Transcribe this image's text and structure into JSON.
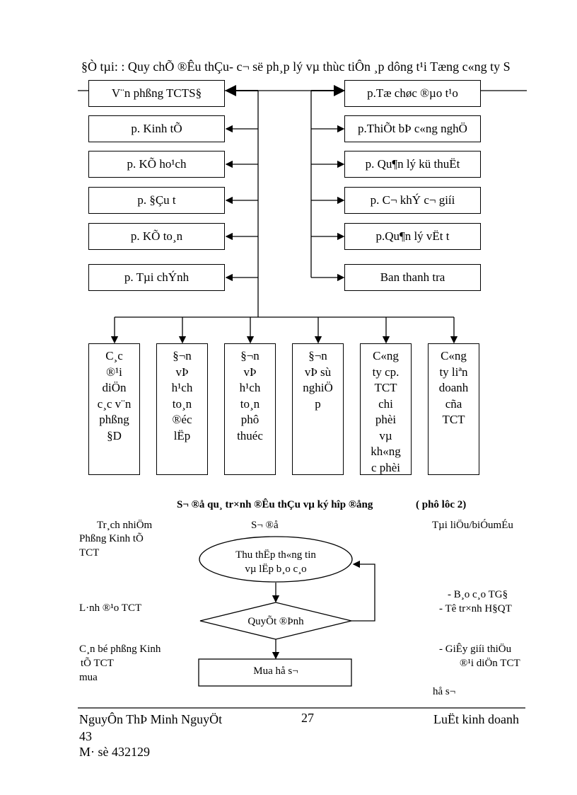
{
  "heading": "§Ò tµi: : Quy chÕ ®Êu thÇu- c¬ së ph¸p lý vµ thùc tiÔn ¸p dông t¹i Tæng c«ng ty S",
  "left_departments": [
    "V¨n phßng TCTS§",
    "p. Kinh tÕ",
    "p. KÕ ho¹ch",
    "p. §Çu t",
    "p. KÕ to¸n",
    "p. Tµi chÝnh"
  ],
  "right_departments": [
    "p.Tæ chøc ®µo t¹o",
    "p.ThiÕt bÞ c«ng nghÖ",
    "p. Qu¶n lý kü thuËt",
    "p. C¬ khÝ c¬ giíi",
    "p.Qu¶n lý vËt t",
    "Ban thanh tra"
  ],
  "units": [
    [
      "C¸c",
      "®¹i",
      "diÖn",
      "c¸c v¨n",
      "phßng",
      "§D"
    ],
    [
      "§¬n",
      "vÞ",
      "h¹ch",
      "to¸n",
      "®éc",
      "lËp"
    ],
    [
      "§¬n",
      "vÞ",
      "h¹ch",
      "to¸n",
      "phô",
      "thuéc"
    ],
    [
      "§¬n",
      "vÞ sù",
      "nghiÖ",
      "p"
    ],
    [
      "C«ng",
      "ty cp.",
      "TCT",
      "chi",
      "phèi",
      "vµ",
      "kh«ng",
      "c phèi"
    ],
    [
      "C«ng",
      "ty liªn",
      "doanh",
      "cña",
      "TCT"
    ]
  ],
  "flow": {
    "title": "S¬ ®å qu¸ tr×nh ®Êu thÇu vµ ký hîp ®ång",
    "appendix": "( phô lôc 2)",
    "col_responsibility": "Tr¸ch nhiÖm",
    "col_diagram": "S¬ ®å",
    "col_documents": "Tµi liÖu/biÓumÉu",
    "resp_1": [
      "Phßng Kinh tÕ",
      "TCT"
    ],
    "resp_2": "L·nh ®¹o TCT",
    "resp_3": [
      "C¸n bé phßng Kinh",
      "tÕ TCT",
      "mua"
    ],
    "step_collect": [
      "Thu thËp th«ng tin",
      "vµ lËp b¸o c¸o"
    ],
    "step_decide": "QuyÕt ®Þnh",
    "step_buy": "Mua hå s¬",
    "doc_1": [
      "- B¸o c¸o TG§",
      "- Tê tr×nh H§QT"
    ],
    "doc_2": [
      "- GiÊy giíi thiÖu",
      "®¹i diÖn TCT"
    ],
    "doc_3": "hå s¬"
  },
  "footer": {
    "author": "NguyÔn ThÞ Minh NguyÖt",
    "page": "27",
    "subject": "LuËt kinh doanh",
    "line2": "43",
    "student_id": "M· sè 432129"
  }
}
